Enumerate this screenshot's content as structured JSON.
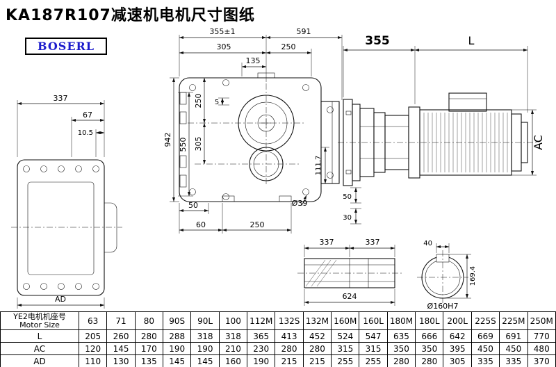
{
  "title": "KA187R107减速机电机尺寸图纸",
  "logo": "BOSERL",
  "dims": {
    "left_width": "337",
    "left_67": "67",
    "left_10_5": "10.5",
    "left_ad": "AD",
    "front_355": "355±1",
    "front_591": "591",
    "front_305": "305",
    "front_250_top": "250",
    "front_135": "135",
    "front_250_v": "250",
    "front_5": "5",
    "front_305_v": "305",
    "front_550": "550",
    "front_942": "942",
    "front_111_7": "111.7",
    "front_50_left": "50",
    "front_60": "60",
    "front_250_bottom": "250",
    "front_dia39": "Ø39",
    "front_50_right": "50",
    "front_30": "30",
    "side_355": "355",
    "side_L": "L",
    "side_AC": "AC",
    "shaft_337_a": "337",
    "shaft_337_b": "337",
    "shaft_624": "624",
    "bore_40": "40",
    "bore_169_4": "169.4",
    "bore_dia": "Ø160H7"
  },
  "table": {
    "row_label_cn": "YE2电机机座号",
    "row_label_en": "Motor Size",
    "columns": [
      "63",
      "71",
      "80",
      "90S",
      "90L",
      "100",
      "112M",
      "132S",
      "132M",
      "160M",
      "160L",
      "180M",
      "180L",
      "200L",
      "225S",
      "225M",
      "250M"
    ],
    "rows": [
      {
        "label": "L",
        "values": [
          "205",
          "260",
          "280",
          "288",
          "318",
          "318",
          "365",
          "413",
          "452",
          "524",
          "547",
          "635",
          "666",
          "642",
          "669",
          "691",
          "770"
        ]
      },
      {
        "label": "AC",
        "values": [
          "120",
          "145",
          "170",
          "190",
          "190",
          "210",
          "230",
          "280",
          "280",
          "315",
          "315",
          "350",
          "350",
          "395",
          "450",
          "450",
          "480"
        ]
      },
      {
        "label": "AD",
        "values": [
          "110",
          "130",
          "135",
          "145",
          "145",
          "160",
          "190",
          "215",
          "215",
          "255",
          "255",
          "280",
          "280",
          "305",
          "335",
          "335",
          "370"
        ]
      }
    ]
  }
}
